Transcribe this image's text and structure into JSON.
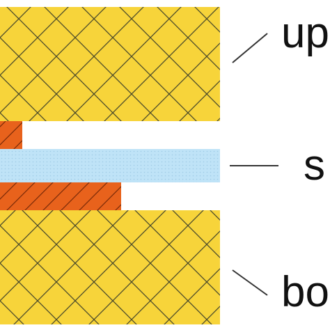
{
  "diagram": {
    "labels": {
      "upper": "up",
      "middle": "s",
      "bottom": "bo"
    },
    "layers": [
      {
        "id": "upper-block",
        "material": "yellow-crosshatch",
        "color": "#f7d43a"
      },
      {
        "id": "upper-adhesive",
        "material": "orange-diagonal-hatch",
        "color": "#e8621c"
      },
      {
        "id": "middle-sheet",
        "material": "light-blue-dotted",
        "color": "#bfe3f7"
      },
      {
        "id": "lower-adhesive",
        "material": "orange-diagonal-hatch",
        "color": "#e8621c"
      },
      {
        "id": "lower-block",
        "material": "yellow-crosshatch",
        "color": "#f7d43a"
      }
    ],
    "colors": {
      "hatch_line": "#4a4a2a",
      "orange_hatch_line": "#7a2a08",
      "blue_dot": "#9fcbe6",
      "leader_line": "#333333"
    }
  }
}
